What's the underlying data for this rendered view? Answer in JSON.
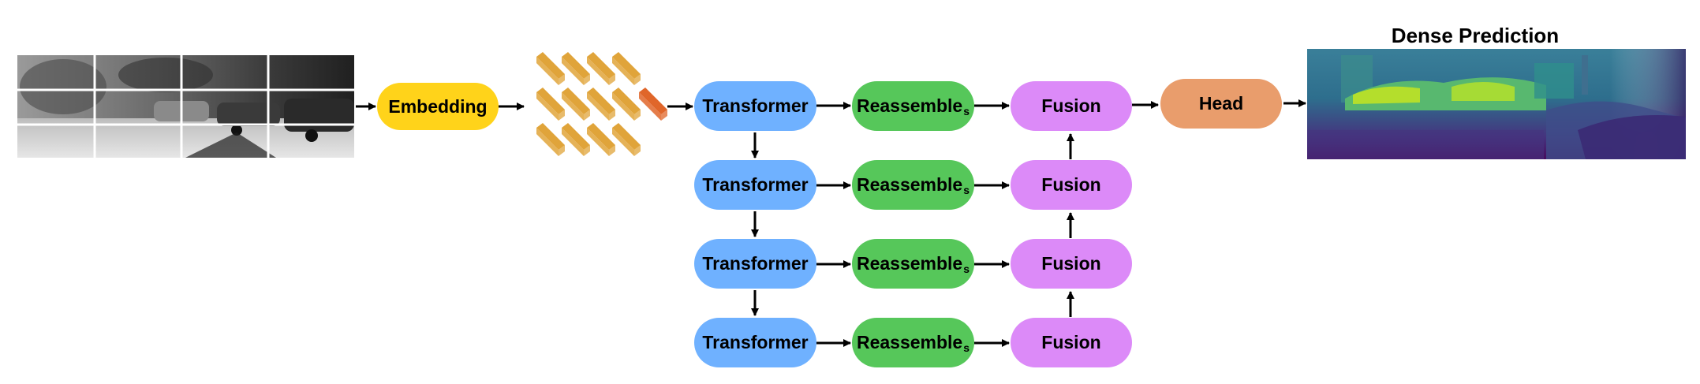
{
  "diagram": {
    "output_title": "Dense Prediction",
    "nodes": {
      "embedding": "Embedding",
      "transformer": "Transformer",
      "reassemble": "Reassemble",
      "reassemble_subscript": "s",
      "fusion": "Fusion",
      "head": "Head"
    },
    "colors": {
      "embedding": "#FFD31A",
      "transformer": "#6FB1FF",
      "reassemble": "#56C75A",
      "fusion": "#DC8AF8",
      "head": "#E99D6C",
      "token": "#E0A43A",
      "readout_token": "#E0662A",
      "arrow": "#000000"
    },
    "input_image": "grayscale street scene with parked cars, split into patches",
    "output_image": "viridis depth map"
  }
}
